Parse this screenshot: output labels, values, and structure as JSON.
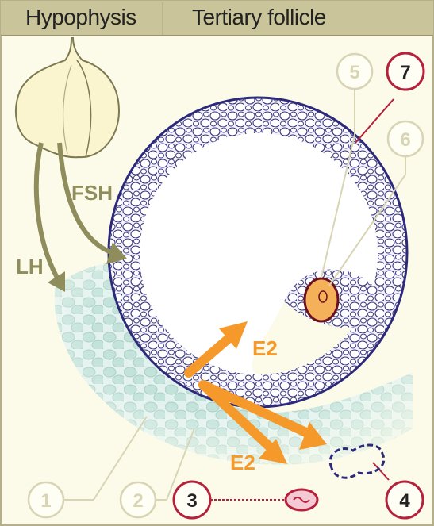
{
  "header": {
    "left_title": "Hypophysis",
    "right_title": "Tertiary follicle"
  },
  "hormones": {
    "fsh": "FSH",
    "lh": "LH",
    "e2_upper": "E2",
    "e2_lower": "E2"
  },
  "markers": [
    {
      "id": "1",
      "label": "1",
      "style": "faded"
    },
    {
      "id": "2",
      "label": "2",
      "style": "faded"
    },
    {
      "id": "3",
      "label": "3",
      "style": "highlighted"
    },
    {
      "id": "4",
      "label": "4",
      "style": "highlighted"
    },
    {
      "id": "5",
      "label": "5",
      "style": "faded"
    },
    {
      "id": "6",
      "label": "6",
      "style": "faded"
    },
    {
      "id": "7",
      "label": "7",
      "style": "highlighted"
    }
  ],
  "colors": {
    "header_band": "#c9c49a",
    "background": "#fcfbea",
    "border": "#b5b08a",
    "follicle_outline": "#2e2a7a",
    "granulosa_fill": "#ffffff",
    "theca_fill": "#cfe7e0",
    "hormone_arrow": "#8f8d5c",
    "e2_arrow": "#f59a2a",
    "oocyte": "#f5b05a",
    "marker_faded": "#d8d5b4",
    "marker_highlighted": "#b5203a"
  }
}
